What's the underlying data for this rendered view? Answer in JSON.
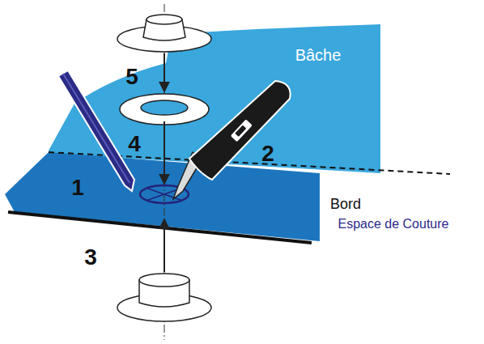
{
  "diagram": {
    "labels": [
      "Bâche",
      "5",
      "4",
      "2",
      "1",
      "Bord",
      "Espace de Couture",
      "3"
    ]
  }
}
